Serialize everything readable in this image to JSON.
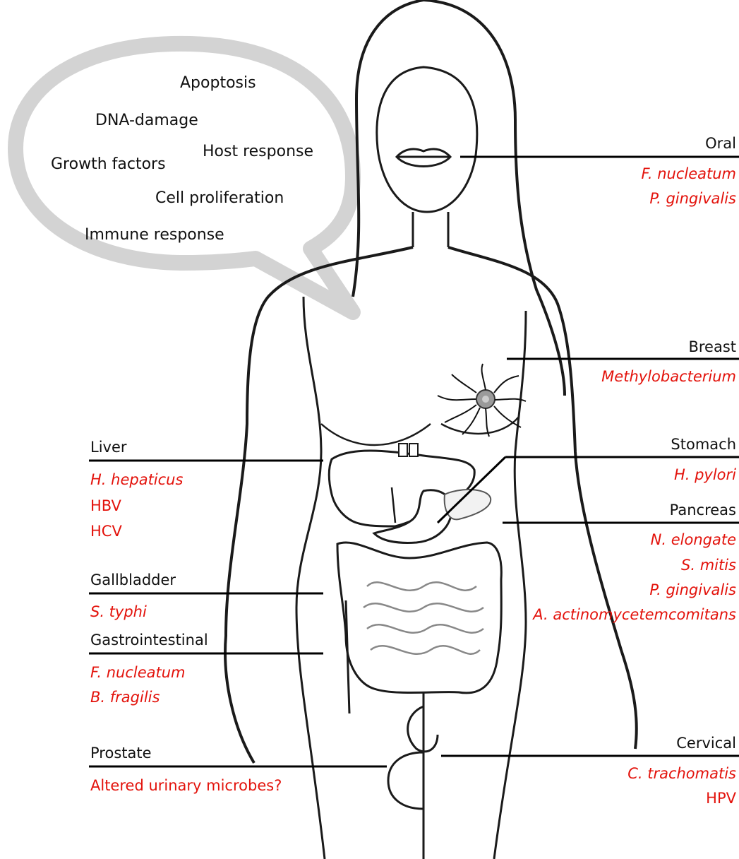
{
  "bubble": {
    "terms": [
      "Apoptosis",
      "DNA-damage",
      "Host response",
      "Growth factors",
      "Cell proliferation",
      "Immune response"
    ]
  },
  "sites": {
    "oral": {
      "name": "Oral",
      "microbes": [
        "F. nucleatum",
        "P. gingivalis"
      ]
    },
    "breast": {
      "name": "Breast",
      "microbes": [
        "Methylobacterium"
      ]
    },
    "stomach": {
      "name": "Stomach",
      "microbes": [
        "H. pylori"
      ]
    },
    "pancreas": {
      "name": "Pancreas",
      "microbes": [
        "N. elongate",
        "S. mitis",
        "P. gingivalis",
        "A. actinomycetemcomitans"
      ]
    },
    "cervical": {
      "name": "Cervical",
      "microbes": [
        "C. trachomatis",
        "HPV"
      ]
    },
    "liver": {
      "name": "Liver",
      "microbes": [
        "H. hepaticus",
        "HBV",
        "HCV"
      ]
    },
    "gallbladder": {
      "name": "Gallbladder",
      "microbes": [
        "S. typhi"
      ]
    },
    "gastrointestinal": {
      "name": "Gastrointestinal",
      "microbes": [
        "F. nucleatum",
        "B. fragilis"
      ]
    },
    "prostate": {
      "name": "Prostate",
      "microbes": [
        "Altered urinary microbes?"
      ]
    }
  },
  "colors": {
    "microbe_text": "#e3120b",
    "label_text": "#111111",
    "bubble": "#d3d3d3",
    "outline": "#1a1a1a"
  }
}
